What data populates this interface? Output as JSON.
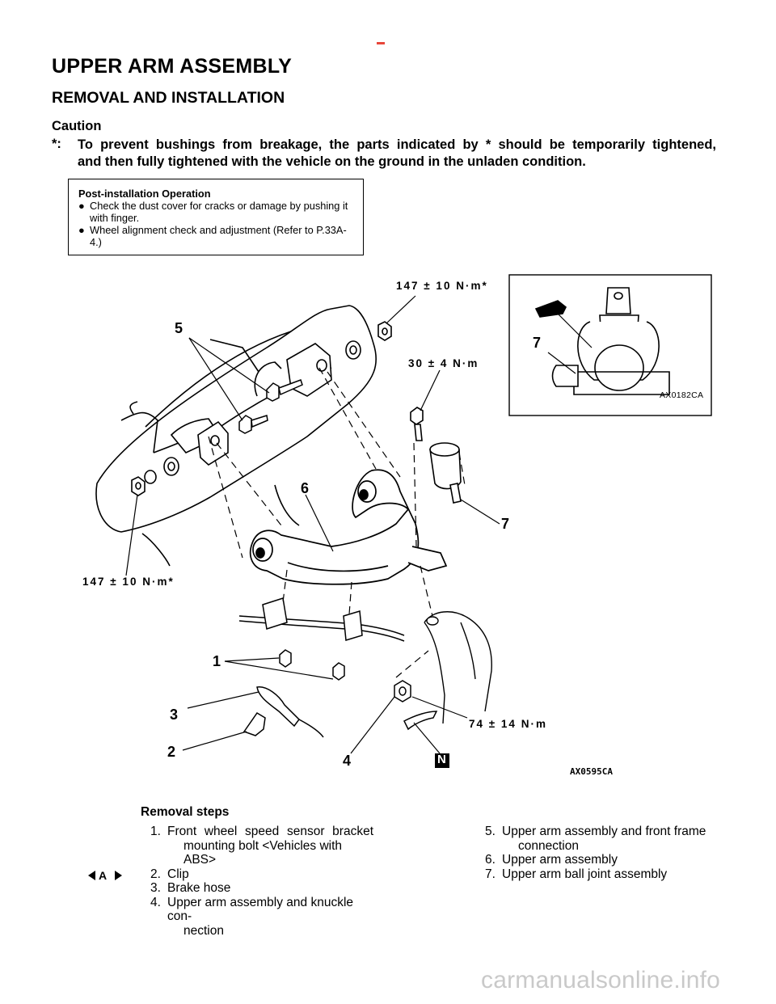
{
  "title": "UPPER ARM ASSEMBLY",
  "subtitle": "REMOVAL AND INSTALLATION",
  "caution": {
    "heading": "Caution",
    "marker": "*:",
    "line1": "To prevent bushings from breakage, the parts indicated by * should be temporarily tightened,",
    "line2": "and then fully tightened with the vehicle on the ground in the unladen condition."
  },
  "post_installation": {
    "heading": "Post-installation Operation",
    "bullet": "●",
    "items": [
      "Check the dust cover for cracks or damage by pushing it with finger.",
      "Wheel alignment check and adjustment (Refer to P.33A-4.)"
    ]
  },
  "diagram": {
    "torque_upper": "147 ± 10 N·m*",
    "torque_lower_left": "147 ± 10 N·m*",
    "torque_ball_joint_bolt": "30 ± 4 N·m",
    "torque_knuckle_nut": "74 ± 14 N·m",
    "inset_code": "AX0182CA",
    "figure_code": "AX0595CA",
    "callouts": [
      "5",
      "7",
      "6",
      "7",
      "1",
      "3",
      "2",
      "4"
    ],
    "new_part_mark": "N"
  },
  "removal": {
    "heading": "Removal steps",
    "service_point_letter": "A",
    "steps": [
      {
        "num": "1.",
        "line1": "Front wheel speed sensor bracket",
        "line2": "mounting bolt <Vehicles with ABS>"
      },
      {
        "num": "2.",
        "line1": "Clip"
      },
      {
        "num": "3.",
        "line1": "Brake hose"
      },
      {
        "num": "4.",
        "line1": "Upper arm assembly and knuckle con-",
        "line2": "nection"
      },
      {
        "num": "5.",
        "line1": "Upper arm assembly and front frame",
        "line2": "connection"
      },
      {
        "num": "6.",
        "line1": "Upper arm assembly"
      },
      {
        "num": "7.",
        "line1": "Upper arm ball joint assembly"
      }
    ]
  },
  "watermark": "carmanualsonline.info"
}
